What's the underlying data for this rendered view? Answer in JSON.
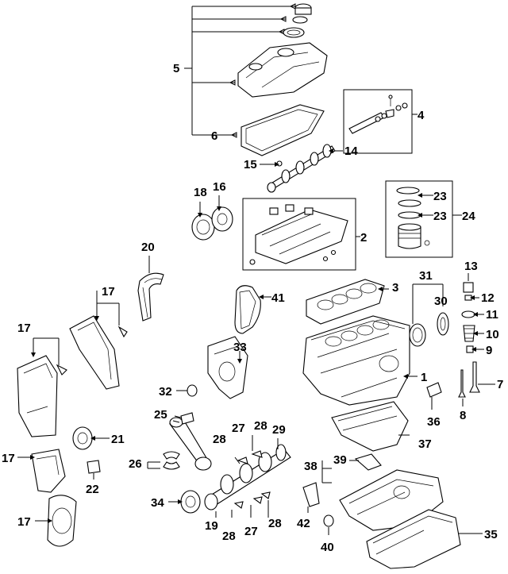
{
  "labels": {
    "c1": "1",
    "c2": "2",
    "c3": "3",
    "c4": "4",
    "c5": "5",
    "c6": "6",
    "c7": "7",
    "c8": "8",
    "c9": "9",
    "c10": "10",
    "c11": "11",
    "c12": "12",
    "c13": "13",
    "c14": "14",
    "c15": "15",
    "c16": "16",
    "c17a": "17",
    "c17b": "17",
    "c17c": "17",
    "c17d": "17",
    "c18": "18",
    "c19": "19",
    "c20": "20",
    "c21": "21",
    "c22": "22",
    "c23a": "23",
    "c23b": "23",
    "c24": "24",
    "c25": "25",
    "c26": "26",
    "c27a": "27",
    "c27b": "27",
    "c28a": "28",
    "c28b": "28",
    "c28c": "28",
    "c28d": "28",
    "c29": "29",
    "c30": "30",
    "c31": "31",
    "c32": "32",
    "c33": "33",
    "c34": "34",
    "c35": "35",
    "c36": "36",
    "c37": "37",
    "c38": "38",
    "c39": "39",
    "c40": "40",
    "c41": "41",
    "c42": "42"
  }
}
